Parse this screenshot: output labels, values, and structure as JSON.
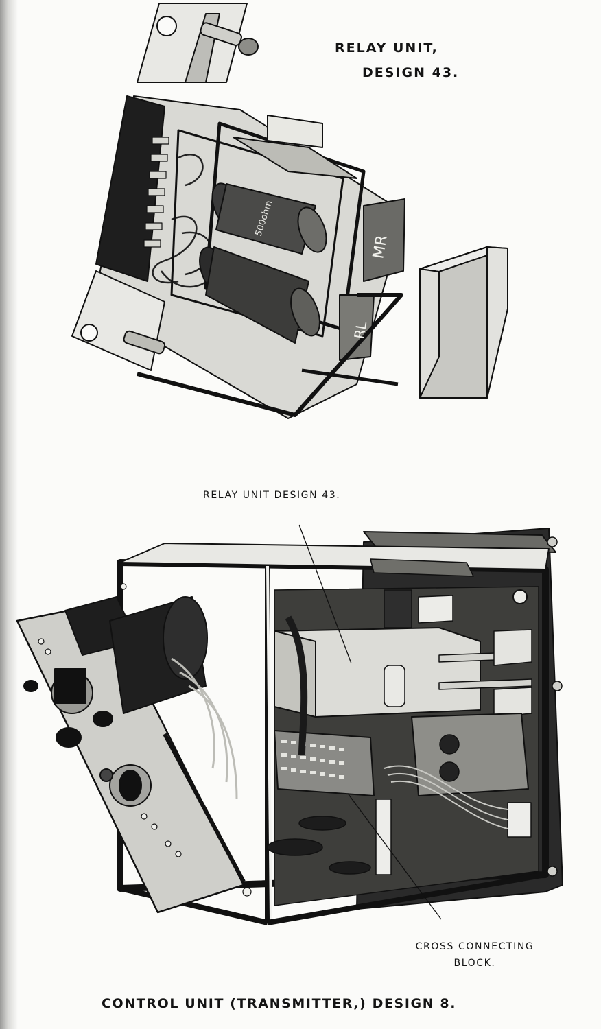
{
  "top_caption": {
    "line1": "RELAY UNIT,",
    "line2": "DESIGN 43."
  },
  "callouts": {
    "relay_unit": "RELAY UNIT DESIGN 43.",
    "cross_block_line1": "CROSS CONNECTING",
    "cross_block_line2": "BLOCK."
  },
  "relay_markings": {
    "coil_text": "500ohm",
    "mr_plate": "MR",
    "rl_plate": "RL"
  },
  "bottom_caption": "CONTROL UNIT (TRANSMITTER,) DESIGN 8."
}
